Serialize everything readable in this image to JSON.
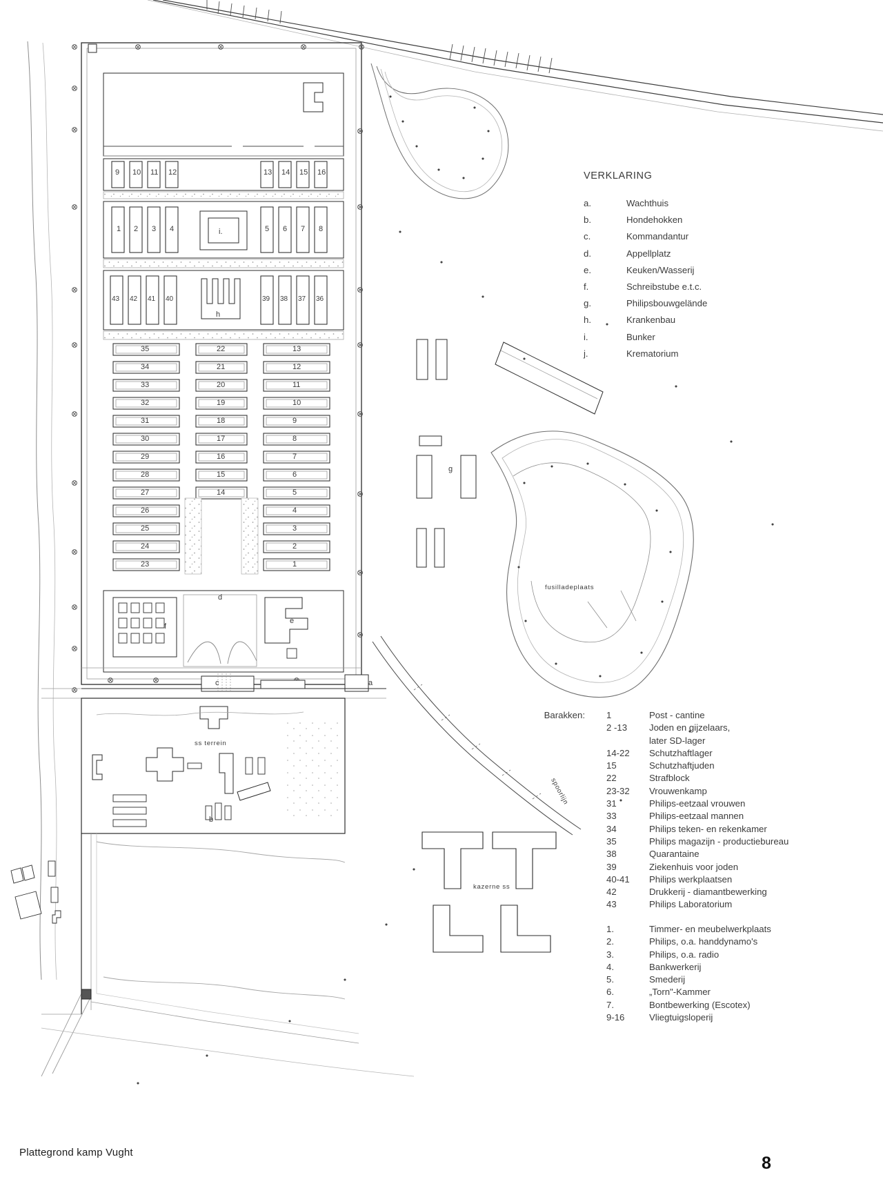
{
  "caption": "Plattegrond kamp Vught",
  "page_number": "8",
  "legend": {
    "title": "VERKLARING",
    "items": [
      {
        "key": "a.",
        "label": "Wachthuis"
      },
      {
        "key": "b.",
        "label": "Hondehokken"
      },
      {
        "key": "c.",
        "label": "Kommandantur"
      },
      {
        "key": "d.",
        "label": "Appellplatz"
      },
      {
        "key": "e.",
        "label": "Keuken/Wasserij"
      },
      {
        "key": "f.",
        "label": "Schreibstube e.t.c."
      },
      {
        "key": "g.",
        "label": "Philipsbouwgelände"
      },
      {
        "key": "h.",
        "label": "Krankenbau"
      },
      {
        "key": "i.",
        "label": "Bunker"
      },
      {
        "key": "j.",
        "label": "Krematorium"
      }
    ]
  },
  "barakken": {
    "lead_label": "Barakken:",
    "items": [
      {
        "num": "1",
        "text": "Post - cantine"
      },
      {
        "num": "2  -13",
        "text": "Joden en gijzelaars,"
      },
      {
        "num": "",
        "text": "later SD-lager",
        "continuation": true
      },
      {
        "num": "14-22",
        "text": "Schutzhaftlager"
      },
      {
        "num": "15",
        "text": "Schutzhaftjuden"
      },
      {
        "num": "22",
        "text": "Strafblock"
      },
      {
        "num": "23-32",
        "text": "Vrouwenkamp"
      },
      {
        "num": "31",
        "text": "Philips-eetzaal vrouwen"
      },
      {
        "num": "33",
        "text": "Philips-eetzaal mannen"
      },
      {
        "num": "34",
        "text": "Philips teken- en rekenkamer"
      },
      {
        "num": "35",
        "text": "Philips magazijn - productiebureau"
      },
      {
        "num": "38",
        "text": "Quarantaine"
      },
      {
        "num": "39",
        "text": "Ziekenhuis voor joden"
      },
      {
        "num": "40-41",
        "text": "Philips werkplaatsen"
      },
      {
        "num": "42",
        "text": "Drukkerij - diamantbewerking"
      },
      {
        "num": "43",
        "text": "Philips Laboratorium"
      }
    ]
  },
  "werkplaatsen": {
    "items": [
      {
        "num": "1.",
        "text": "Timmer- en meubelwerkplaats"
      },
      {
        "num": "2.",
        "text": "Philips, o.a. handdynamo's"
      },
      {
        "num": "3.",
        "text": "Philips, o.a. radio"
      },
      {
        "num": "4.",
        "text": "Bankwerkerij"
      },
      {
        "num": "5.",
        "text": "Smederij"
      },
      {
        "num": "6.",
        "text": "„Torn\"-Kammer"
      },
      {
        "num": "7.",
        "text": "Bontbewerking (Escotex)"
      },
      {
        "num": "9-16",
        "text": "Vliegtuigsloperij"
      }
    ]
  },
  "map_labels": {
    "fusilladeplaats": "fusilladeplaats",
    "spoorlijn": "spoorlijn",
    "ss_terrein": "ss terrein",
    "kazerne_ss": "kazerne ss"
  },
  "map_letters": {
    "bunker": "i.",
    "krankenbau": "h",
    "appellplatz": "d",
    "keuken": "e",
    "schreibstube": "f",
    "kommandantur": "c",
    "philipsbouw": "g",
    "hondehokken": "b",
    "wachthuis": "a"
  },
  "map_numbers": {
    "row_top": [
      "9",
      "10",
      "11",
      "12",
      "13",
      "14",
      "15",
      "16"
    ],
    "row_second_left": [
      "1",
      "2",
      "3",
      "4"
    ],
    "row_second_right": [
      "5",
      "6",
      "7",
      "8"
    ],
    "row_third_left": [
      "43",
      "42",
      "41",
      "40"
    ],
    "row_third_right": [
      "39",
      "38",
      "37",
      "36"
    ],
    "col_left": [
      "35",
      "34",
      "33",
      "32",
      "31",
      "30",
      "29",
      "28",
      "27",
      "26",
      "25",
      "24",
      "23"
    ],
    "col_mid": [
      "22",
      "21",
      "20",
      "19",
      "18",
      "17",
      "16",
      "15",
      "14"
    ],
    "col_right": [
      "13",
      "12",
      "11",
      "10",
      "9",
      "8",
      "7",
      "6",
      "5",
      "4",
      "3",
      "2",
      "1"
    ]
  },
  "colors": {
    "ink": "#2b2b2b",
    "light_ink": "#7a7a7a",
    "hatch": "#9b9b9b",
    "paper": "#ffffff"
  }
}
